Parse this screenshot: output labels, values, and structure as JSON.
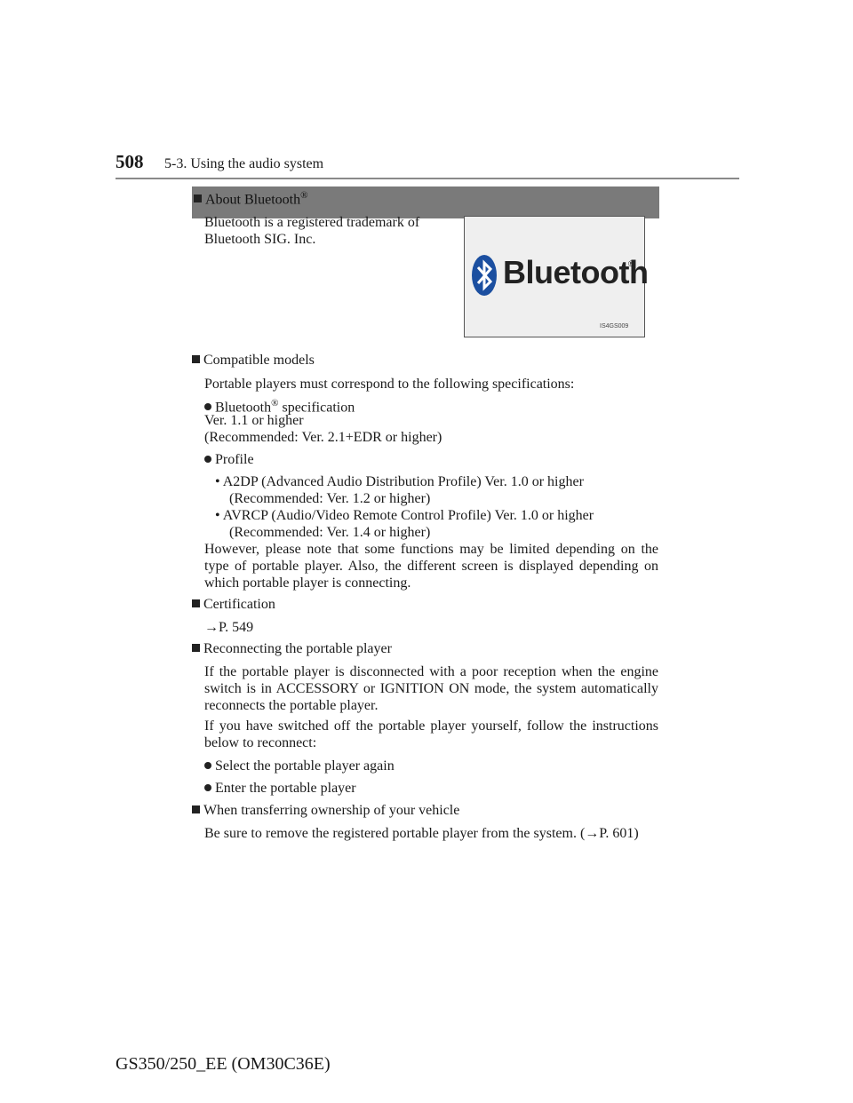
{
  "header": {
    "page_number": "508",
    "section": "5-3. Using the audio system"
  },
  "box": {
    "title": "About Bluetooth",
    "title_reg": "®",
    "text_line1": "Bluetooth is a registered trademark of",
    "text_line2": "Bluetooth SIG. Inc.",
    "logo_word": "Bluetooth",
    "logo_reg": "®",
    "logo_code": "IS4GS009"
  },
  "compatible": {
    "heading": "Compatible models",
    "intro": "Portable players must correspond to the following specifications:",
    "spec_label": "Bluetooth",
    "spec_reg": "®",
    "spec_suffix": " specification",
    "spec_ver": "Ver. 1.1 or higher",
    "spec_rec": "(Recommended: Ver. 2.1+EDR or higher)",
    "profile_label": "Profile",
    "a2dp": "• A2DP (Advanced Audio Distribution Profile) Ver. 1.0 or higher",
    "a2dp_rec": "(Recommended: Ver. 1.2 or higher)",
    "avrcp": "• AVRCP (Audio/Video Remote Control Profile) Ver. 1.0 or higher",
    "avrcp_rec": "(Recommended: Ver. 1.4 or higher)",
    "note": "However, please note that some functions may be limited depending on the type of portable player. Also, the different screen is displayed depending on which portable player is connecting."
  },
  "certification": {
    "heading": "Certification",
    "ref": "→P. 549"
  },
  "reconnecting": {
    "heading": "Reconnecting the portable player",
    "p1": "If the portable player is disconnected with a poor reception when the engine switch is in ACCESSORY or IGNITION ON mode, the system automatically reconnects the portable player.",
    "p2": "If you have switched off the portable player yourself, follow the instructions below to reconnect:",
    "b1": "Select the portable player again",
    "b2": "Enter the portable player"
  },
  "transfer": {
    "heading": "When transferring ownership of your vehicle",
    "text": "Be sure to remove the registered portable player from the system. (→P. 601)"
  },
  "footer": {
    "model": "GS350/250_EE (OM30C36E)"
  }
}
